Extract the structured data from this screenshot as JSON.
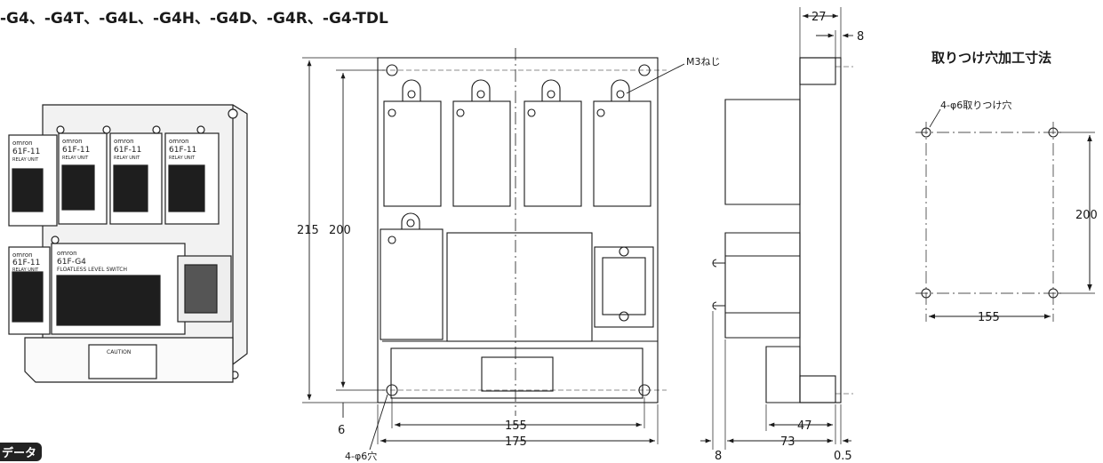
{
  "banner": "-G4、-G4T、-G4L、-G4H、-G4D、-G4R、-G4-TDL",
  "product": {
    "brand": "omron",
    "relay_model": "61F-11",
    "relay_text": "RELAY UNIT",
    "main_model": "61F-G4",
    "main_text": "FLOATLESS LEVEL SWITCH",
    "caution": "CAUTION"
  },
  "front": {
    "dim_215": "215",
    "dim_200": "200",
    "dim_6": "6",
    "dim_155": "155",
    "dim_175": "175",
    "hole_label": "4-φ6穴",
    "screw_label": "M3ねじ"
  },
  "side": {
    "dim_27": "27",
    "dim_8_top": "8",
    "dim_47": "47",
    "dim_73": "73",
    "dim_8_bottom": "8",
    "dim_0_5": "0.5"
  },
  "holes": {
    "title": "取りつけ穴加工寸法",
    "hole_label": "4-φ6取りつけ穴",
    "dim_200": "200",
    "dim_155": "155"
  },
  "tag": "データ"
}
